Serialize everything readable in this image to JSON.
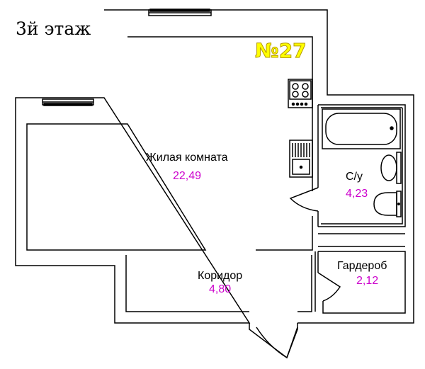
{
  "floor_label": "3й этаж",
  "apartment_number": "№27",
  "colors": {
    "wall": "#000000",
    "area_text": "#cc00cc",
    "apartment_number": "#ffff00"
  },
  "rooms": [
    {
      "name": "Жилая комната",
      "area": "22,49"
    },
    {
      "name": "С/у",
      "area": "4,23"
    },
    {
      "name": "Коридор",
      "area": "4,80"
    },
    {
      "name": "Гардероб",
      "area": "2,12"
    }
  ],
  "fixtures": [
    "stove-icon",
    "sink-icon",
    "bathtub-icon",
    "washbasin-icon",
    "toilet-icon"
  ]
}
